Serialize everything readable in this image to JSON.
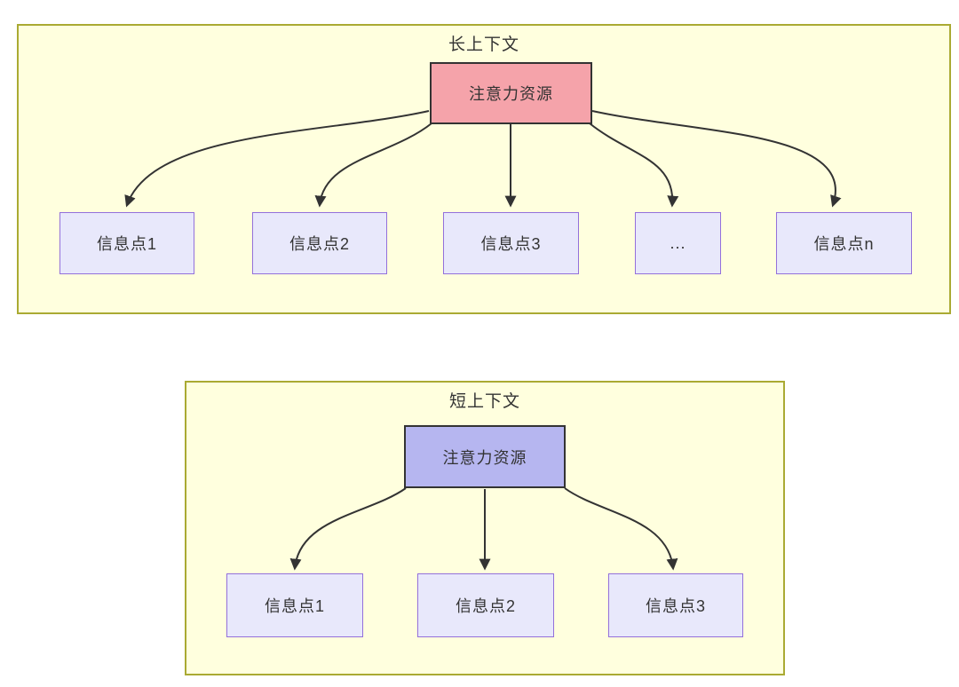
{
  "diagram": {
    "sections": [
      {
        "title": "长上下文",
        "root": {
          "label": "注意力资源",
          "fill": "#f5a3aa"
        },
        "children": [
          {
            "label": "信息点1"
          },
          {
            "label": "信息点2"
          },
          {
            "label": "信息点3"
          },
          {
            "label": "..."
          },
          {
            "label": "信息点n"
          }
        ]
      },
      {
        "title": "短上下文",
        "root": {
          "label": "注意力资源",
          "fill": "#b6b6f0"
        },
        "children": [
          {
            "label": "信息点1"
          },
          {
            "label": "信息点2"
          },
          {
            "label": "信息点3"
          }
        ]
      }
    ],
    "colors": {
      "section_fill": "#ffffde",
      "section_border": "#aaaa33",
      "node_fill": "#e8e8fb",
      "node_border": "#9370db",
      "root_border": "#333333",
      "arrow_line": "#333333",
      "text": "#333333"
    }
  }
}
